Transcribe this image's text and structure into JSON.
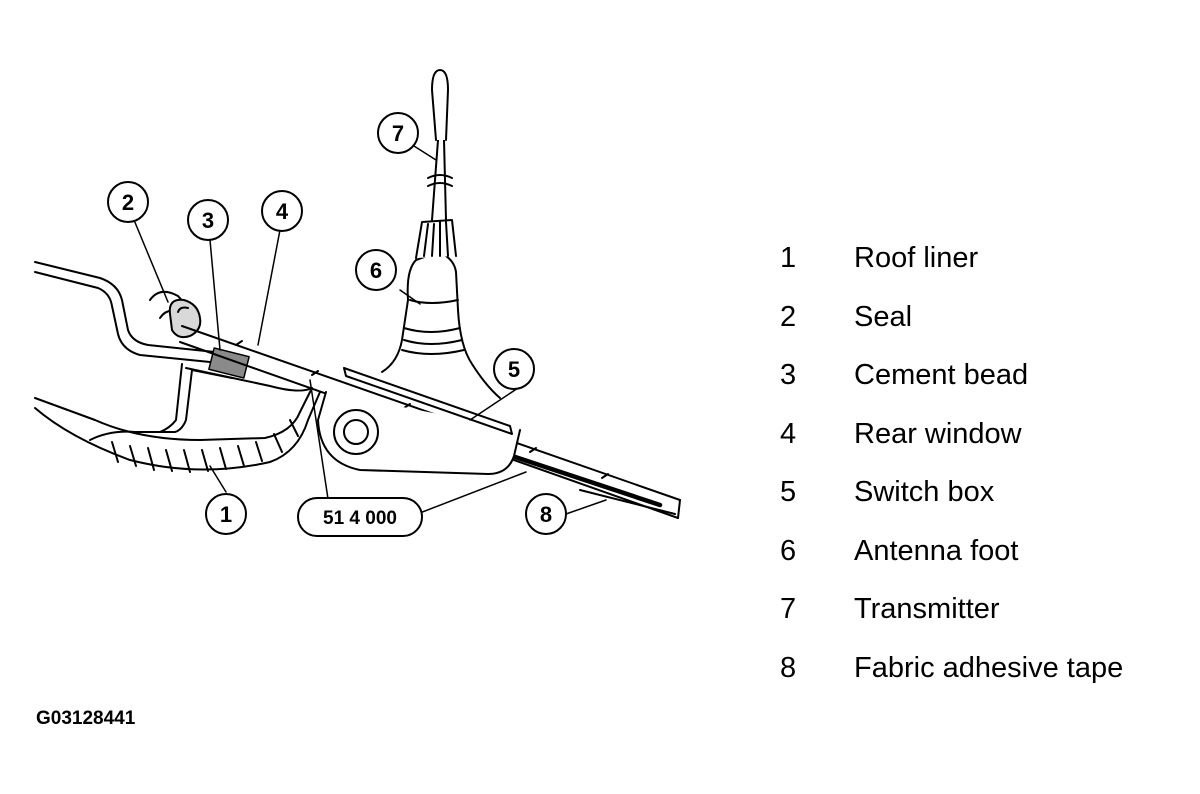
{
  "figure_id": "G03128441",
  "reference_label": "51 4 000",
  "callouts": [
    "1",
    "2",
    "3",
    "4",
    "5",
    "6",
    "7",
    "8"
  ],
  "legend": [
    {
      "num": "1",
      "label": "Roof liner"
    },
    {
      "num": "2",
      "label": "Seal"
    },
    {
      "num": "3",
      "label": "Cement bead"
    },
    {
      "num": "4",
      "label": "Rear window"
    },
    {
      "num": "5",
      "label": "Switch box"
    },
    {
      "num": "6",
      "label": "Antenna foot"
    },
    {
      "num": "7",
      "label": "Transmitter"
    },
    {
      "num": "8",
      "label": "Fabric adhesive tape"
    }
  ]
}
